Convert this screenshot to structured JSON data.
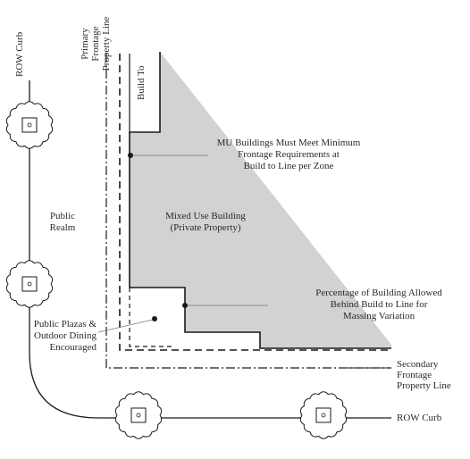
{
  "labels": {
    "row_curb_vertical": "ROW Curb",
    "primary_frontage": "Primary\nFrontage\nProperty Line",
    "build_to": "Build To",
    "mu_buildings_note": "MU Buildings Must Meet Minimum\nFrontage Requirements at\nBuild to Line per Zone",
    "public_realm": "Public\nRealm",
    "mixed_use_building": "Mixed Use Building\n(Private Property)",
    "percentage_note": "Percentage of Building Allowed\nBehind Build to Line for\nMassing Variation",
    "public_plazas": "Public Plazas &\nOutdoor Dining\nEncouraged",
    "secondary_frontage": "Secondary\nFrontage\nProperty Line",
    "row_curb_horizontal": "ROW Curb"
  },
  "colors": {
    "building_fill": "#d2d2d2",
    "line": "#1a1a1a",
    "text": "#2a2a2a",
    "background": "#ffffff"
  },
  "icons": [
    "tree-icon"
  ]
}
